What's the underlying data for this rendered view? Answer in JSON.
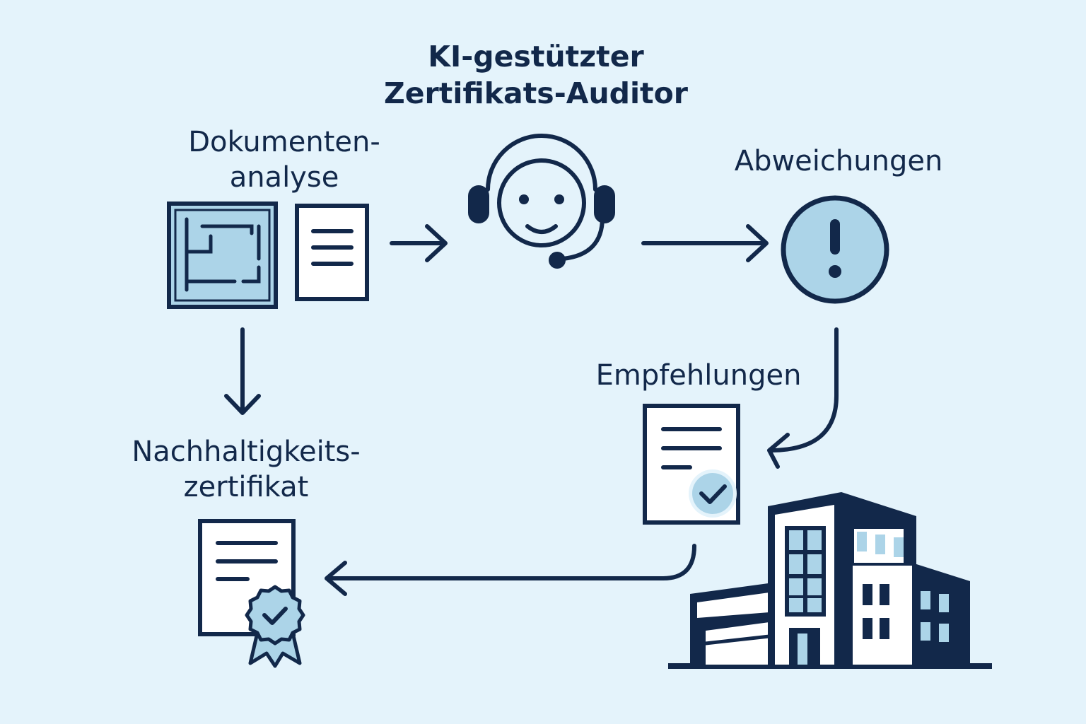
{
  "title": {
    "line1": "KI-gestützter",
    "line2": "Zertifikats-Auditor"
  },
  "nodes": {
    "document_analysis": {
      "line1": "Dokumenten-",
      "line2": "analyse"
    },
    "deviations": {
      "label": "Abweichungen"
    },
    "recommendations": {
      "label": "Empfehlungen"
    },
    "sustainability_certificate": {
      "line1": "Nachhaltigkeits-",
      "line2": "zertifikat"
    }
  },
  "icons": [
    "floor-plan-icon",
    "document-icon",
    "headset-assistant-icon",
    "exclamation-circle-icon",
    "checked-document-icon",
    "certificate-badge-icon",
    "office-building-icon"
  ],
  "colors": {
    "background": "#e4f3fb",
    "ink": "#12284a",
    "accent_fill": "#acd4e8"
  }
}
